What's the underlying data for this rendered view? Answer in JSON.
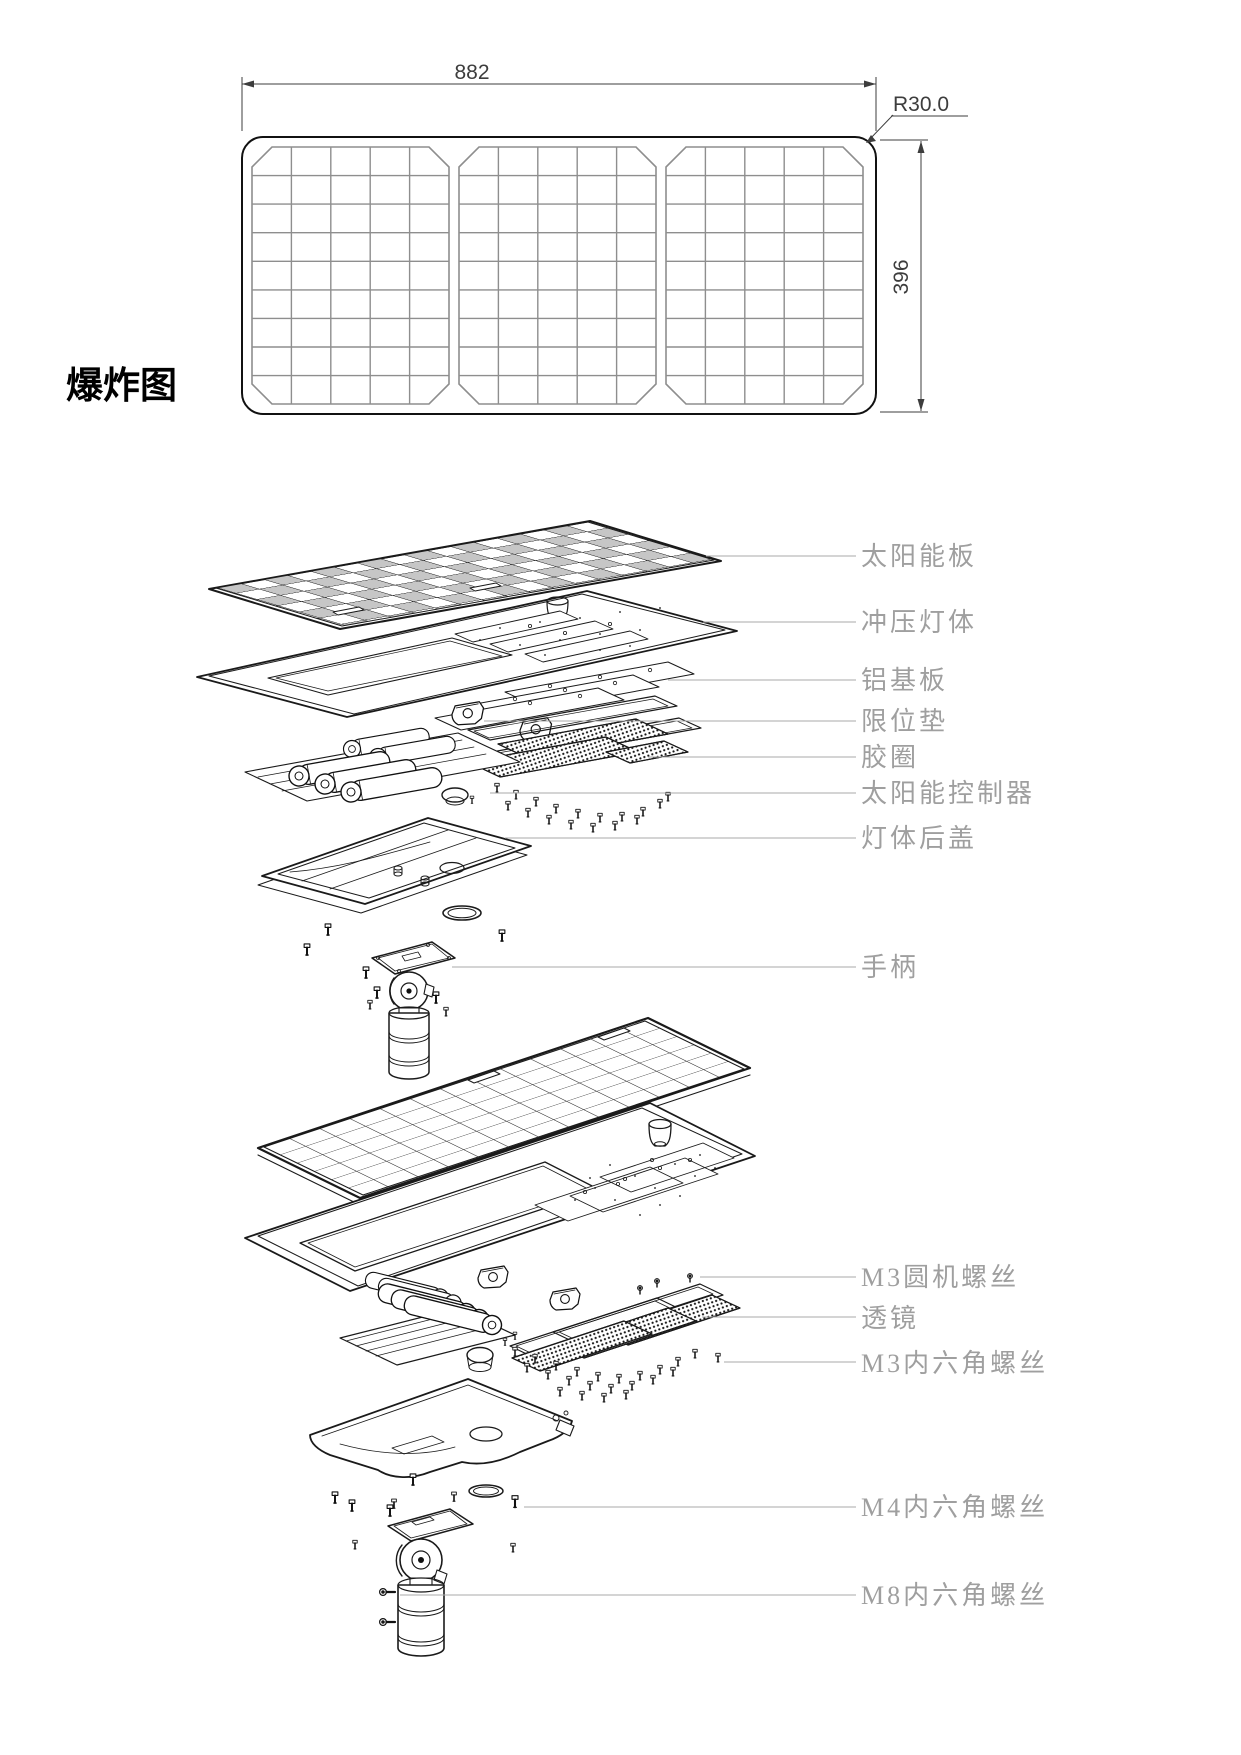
{
  "title": {
    "text": "爆炸图"
  },
  "top_view": {
    "width_dim": "882",
    "height_dim": "396",
    "radius_dim": "R30.0"
  },
  "labels": {
    "solar_panel": "太阳能板",
    "stamped_lamp_body": "冲压灯体",
    "aluminum_substrate": "铝基板",
    "limit_pad": "限位垫",
    "rubber_ring": "胶圈",
    "solar_controller": "太阳能控制器",
    "lamp_body_back_cover": "灯体后盖",
    "handle": "手柄",
    "m3_round_machine_screw": "M3圆机螺丝",
    "lens": "透镜",
    "m3_hex_socket_screw": "M3内六角螺丝",
    "m4_hex_socket_screw": "M4内六角螺丝",
    "m8_hex_socket_screw": "M8内六角螺丝"
  },
  "colors": {
    "line": "#1a1a1a",
    "grid": "#8e8e8e",
    "dimension": "#3d3d3d",
    "leader": "#a9a9a9",
    "label": "#9f9f9f",
    "background": "#ffffff"
  }
}
